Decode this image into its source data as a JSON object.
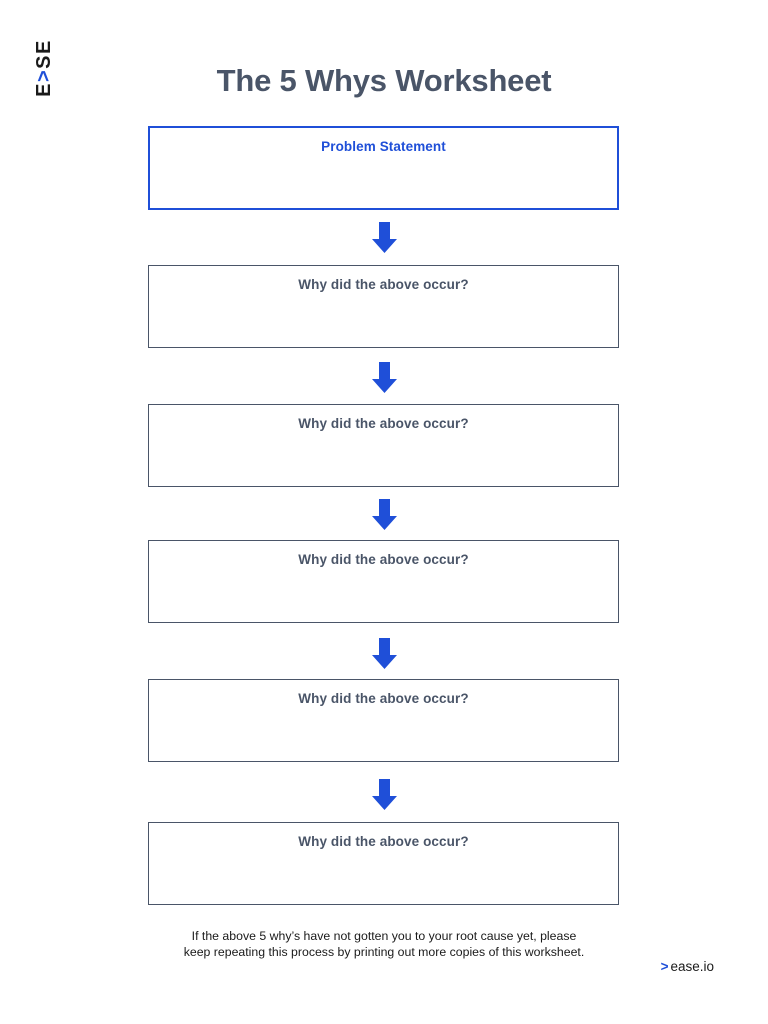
{
  "document": {
    "title": "The 5 Whys Worksheet",
    "background_color": "#ffffff"
  },
  "logo": {
    "text": "EASE",
    "letters_before_chevron": "E",
    "chevron_glyph": ">",
    "letters_after_chevron": "SE",
    "orientation": "rotated-90-ccw",
    "accent_color": "#1f4fd8",
    "text_color": "#1a1a1a"
  },
  "colors": {
    "accent_blue": "#1f4fd8",
    "slate": "#4a5568",
    "page_background": "#ffffff"
  },
  "problem_box": {
    "label": "Problem Statement",
    "value": "",
    "placeholder": "",
    "border_color": "#1f4fd8",
    "label_color": "#1f4fd8"
  },
  "why_boxes": [
    {
      "label": "Why did the above occur?",
      "value": "",
      "index": 1
    },
    {
      "label": "Why did the above occur?",
      "value": "",
      "index": 2
    },
    {
      "label": "Why did the above occur?",
      "value": "",
      "index": 3
    },
    {
      "label": "Why did the above occur?",
      "value": "",
      "index": 4
    },
    {
      "label": "Why did the above occur?",
      "value": "",
      "index": 5
    }
  ],
  "arrows": {
    "count": 5,
    "direction": "down",
    "color": "#1f4fd8",
    "icon_name": "arrow-down-icon"
  },
  "footer": {
    "note_line_1": "If the above 5 why’s have not gotten you to your root cause yet, please",
    "note_line_2": "keep repeating this process by printing out more copies of this worksheet.",
    "brand_chevron": ">",
    "brand_text": "ease.io"
  }
}
